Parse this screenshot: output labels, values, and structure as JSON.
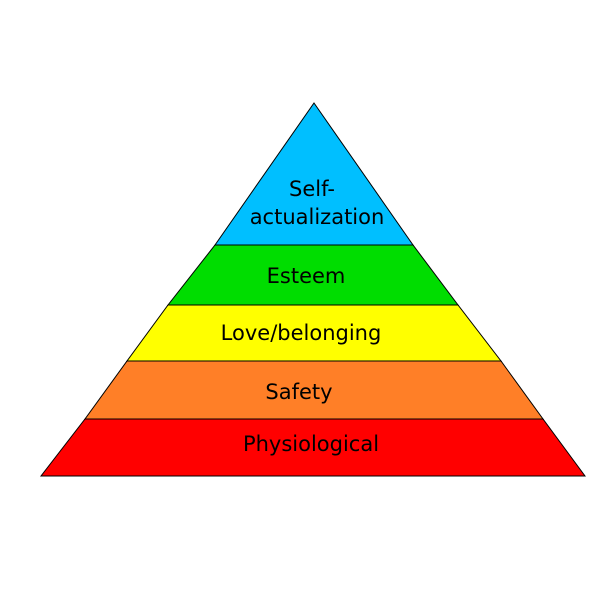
{
  "pyramid": {
    "tiers": [
      {
        "lines": [
          "Self-",
          "actualization"
        ],
        "color": "#00BFFF"
      },
      {
        "lines": [
          "Esteem"
        ],
        "color": "#00DD00"
      },
      {
        "lines": [
          "Love/belonging"
        ],
        "color": "#FFFF00"
      },
      {
        "lines": [
          "Safety"
        ],
        "color": "#FF7F27"
      },
      {
        "lines": [
          "Physiological"
        ],
        "color": "#FF0000"
      }
    ]
  }
}
